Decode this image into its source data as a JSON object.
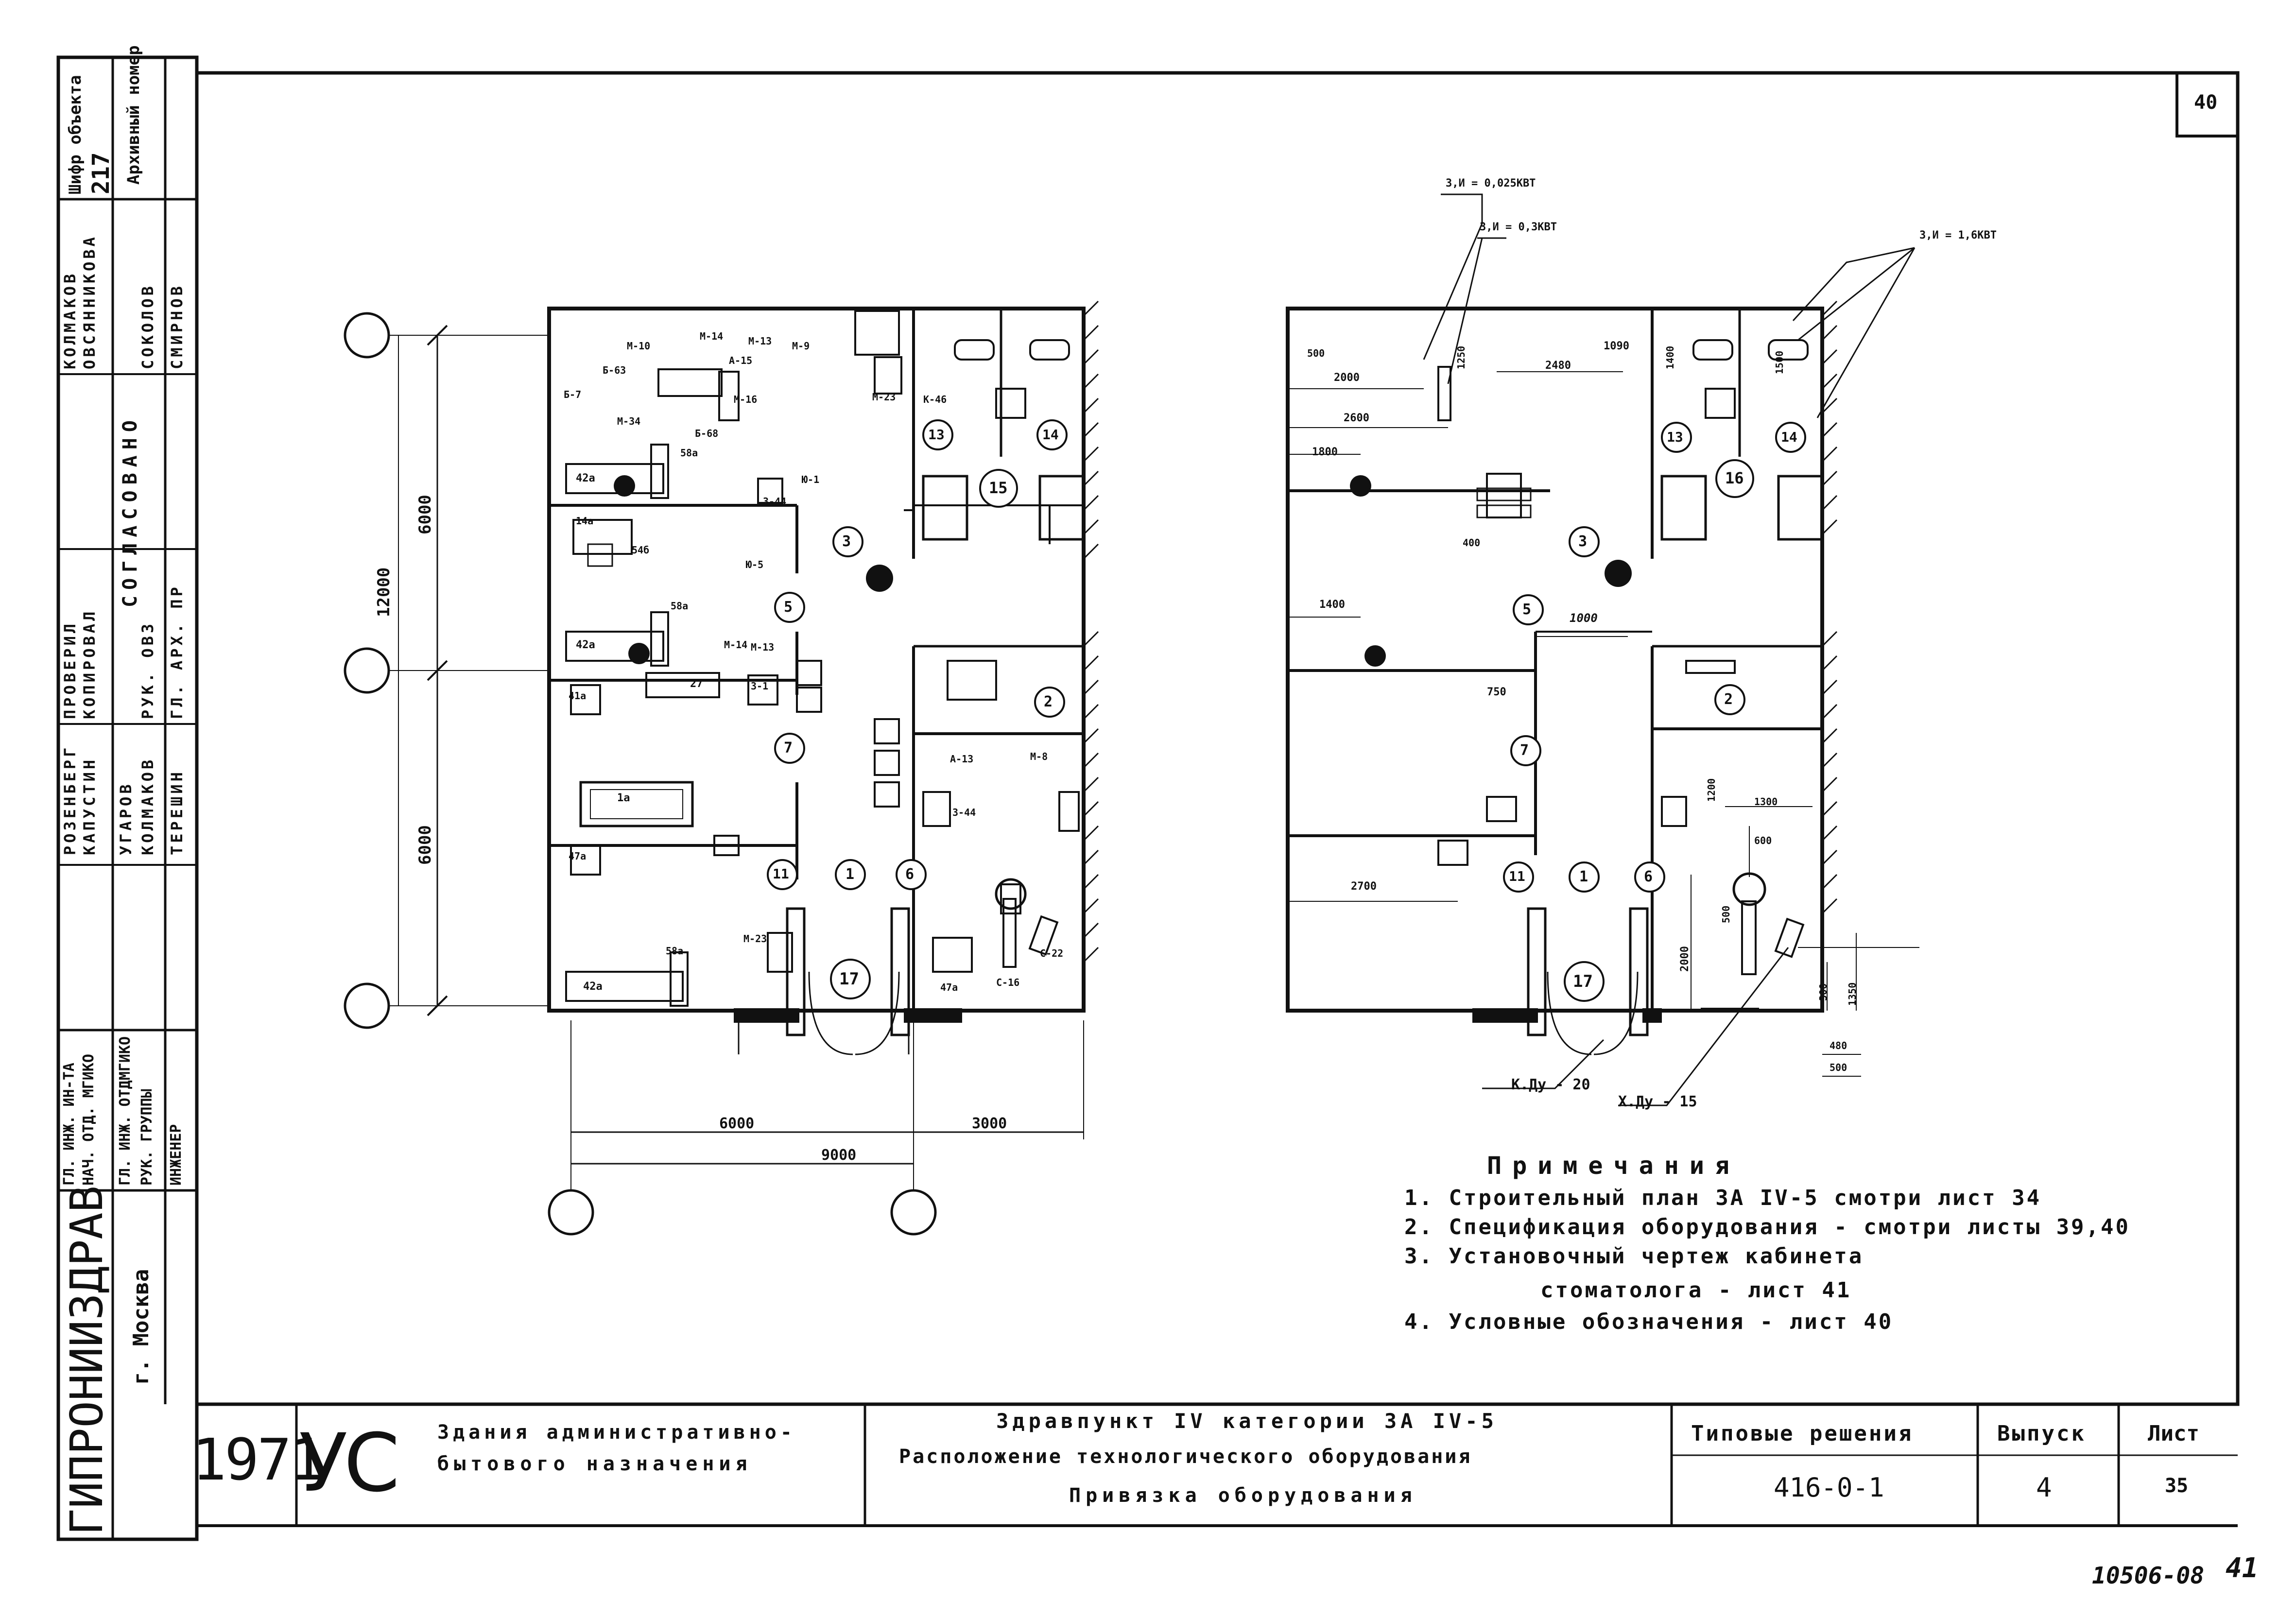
{
  "sheet_corner_number": "40",
  "left_stamp": {
    "org": "ГИПРОНИИЗДРАВ",
    "city": "г. Москва",
    "archive_label": "Архивный номер",
    "object_code_label": "Шифр объекта",
    "object_code": "217",
    "agreed_label": "СОГЛАСОВАНО",
    "roles": [
      "ГЛ. ИНЖ. ИН-ТА",
      "НАЧ. ОТД. МГИКО",
      "ГЛ. ИНЖ. ОТДМГИКО",
      "РУК. ГРУППЫ",
      "ИНЖЕНЕР"
    ],
    "names": [
      "РОЗЕНБЕРГ",
      "КАПУСТИН",
      "УГАРОВ",
      "КОЛМАКОВ",
      "ТЕРЕШИН"
    ],
    "check_roles": [
      "ПРОВЕРИЛ",
      "КОПИРОВАЛ",
      "РУК. ОВЗ",
      "ГЛ. АРХ. ПР"
    ],
    "check_names": [
      "КОЛМАКОВ",
      "ОВСЯННИКОВА",
      "СОКОЛОВ",
      "СМИРНОВ"
    ]
  },
  "plan_left": {
    "dims": [
      "6000",
      "6000",
      "12000",
      "6000",
      "3000",
      "9000"
    ],
    "rooms": [
      "3",
      "15",
      "13",
      "14",
      "5",
      "2",
      "7",
      "6",
      "1",
      "11",
      "17"
    ],
    "equipment": [
      "М-10",
      "Б-63",
      "М-14",
      "М-13",
      "М-9",
      "А-15",
      "М-16",
      "Б-7",
      "М-34",
      "Б-68",
      "58а",
      "42а",
      "3-44",
      "Ю-1",
      "Ю-5",
      "14а",
      "54б",
      "М-23",
      "К-46",
      "58а",
      "42а",
      "М-14",
      "М-13",
      "27",
      "3-1",
      "41а",
      "1а",
      "М-8",
      "А-13",
      "3-44",
      "С-22",
      "С-16",
      "47а",
      "М-23",
      "42а",
      "58а",
      "47а"
    ]
  },
  "plan_right": {
    "power_labels": [
      "3,И = 0,025КВТ",
      "3,И = 0,3КВТ",
      "3,И = 1,6КВТ"
    ],
    "dims": [
      "500",
      "2000",
      "2600",
      "1800",
      "1250",
      "2480",
      "1090",
      "1400",
      "1500",
      "1400",
      "400",
      "1000",
      "750",
      "2700",
      "1200",
      "1300",
      "600",
      "500",
      "2000",
      "300",
      "1350",
      "480",
      "500"
    ],
    "rooms": [
      "3",
      "16",
      "13",
      "14",
      "5",
      "2",
      "7",
      "6",
      "1",
      "11",
      "17"
    ],
    "pipe_labels": [
      "К.Ду - 20",
      "Х.Ду - 15"
    ]
  },
  "notes": {
    "title": "Примечания",
    "items": [
      "1. Строительный план ЗА IV-5 смотри лист 34",
      "2. Спецификация оборудования - смотри листы 39,40",
      "3. Установочный чертеж кабинета",
      "стоматолога - лист 41",
      "4. Условные обозначения - лист 40"
    ]
  },
  "title_block": {
    "year": "1971",
    "series": "УС",
    "building_type": [
      "Здания административно-",
      "бытового назначения"
    ],
    "sheet_title": [
      "Здравпункт IV категории ЗА IV-5",
      "Расположение технологического оборудования",
      "Привязка оборудования"
    ],
    "typical_label": "Типовые решения",
    "typical_value": "416-0-1",
    "issue_label": "Выпуск",
    "issue_value": "4",
    "sheet_label": "Лист",
    "sheet_value": "35"
  },
  "footer_stamp": "10506-08",
  "footer_page": "41"
}
